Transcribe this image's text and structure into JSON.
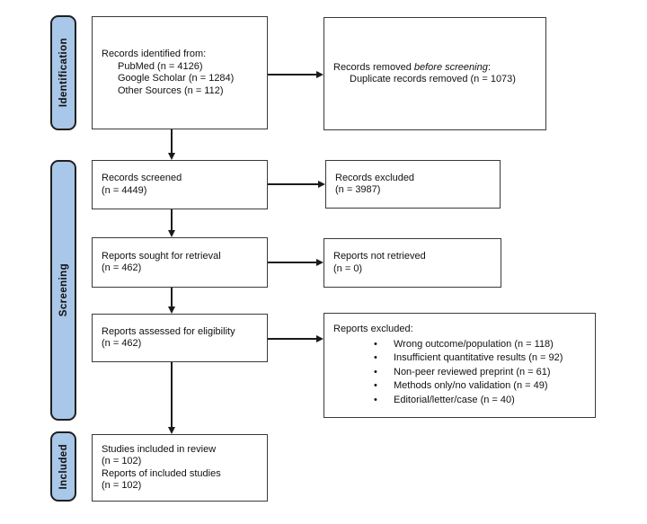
{
  "diagram": {
    "stage_labels": {
      "identification": "Identification",
      "screening": "Screening",
      "included": "Included"
    },
    "boxes": {
      "records_identified": {
        "line1": "Records identified from:",
        "line2": "PubMed (n = 4126)",
        "line3": "Google Scholar (n = 1284)",
        "line4": "Other Sources (n = 112)"
      },
      "records_removed": {
        "line1_prefix": "Records removed ",
        "line1_italic": "before screening",
        "line1_suffix": ":",
        "line2": "Duplicate records removed (n = 1073)"
      },
      "records_screened": {
        "line1": "Records screened",
        "line2": "(n = 4449)"
      },
      "records_excluded": {
        "line1": "Records excluded",
        "line2": "(n = 3987)"
      },
      "reports_sought": {
        "line1": "Reports sought for retrieval",
        "line2": "(n = 462)"
      },
      "reports_not_retrieved": {
        "line1": "Reports not retrieved",
        "line2": "(n = 0)"
      },
      "reports_assessed": {
        "line1": "Reports assessed for eligibility",
        "line2": "(n = 462)"
      },
      "reports_excluded": {
        "title": "Reports excluded:",
        "bullets": [
          "Wrong outcome/population (n = 118)",
          "Insufficient quantitative results (n = 92)",
          "Non-peer reviewed preprint (n = 61)",
          "Methods only/no validation (n = 49)",
          "Editorial/letter/case (n = 40)"
        ]
      },
      "studies_included": {
        "line1": "Studies included in review",
        "line2": "(n = 102)",
        "line3": "Reports of included studies",
        "line4": "(n = 102)"
      }
    },
    "colors": {
      "stage_label_fill": "#a9c7e8",
      "stage_label_border": "#1f1f1f",
      "box_border": "#3a3a3a",
      "box_fill": "#ffffff",
      "arrow": "#1a1a1a",
      "background": "#ffffff"
    }
  }
}
